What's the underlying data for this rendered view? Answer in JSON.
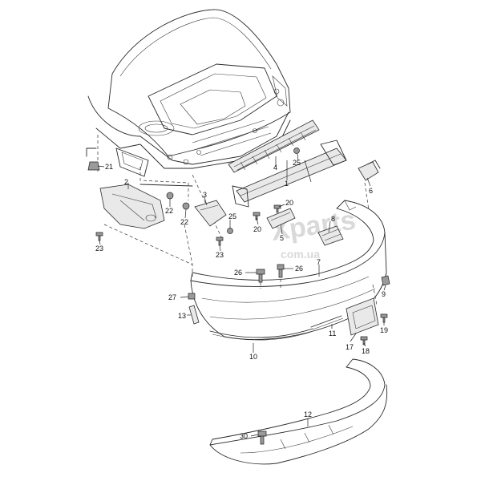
{
  "watermark": {
    "brand": "Xparts",
    "domain": "com.ua"
  },
  "callouts": {
    "c1": "1",
    "c2": "2",
    "c3": "3",
    "c4": "4",
    "c5": "5",
    "c6": "6",
    "c7": "7",
    "c8": "8",
    "c9": "9",
    "c10": "10",
    "c11": "11",
    "c12": "12",
    "c13": "13",
    "c17": "17",
    "c18": "18",
    "c19": "19",
    "c20a": "20",
    "c20b": "20",
    "c21": "21",
    "c22a": "22",
    "c22b": "22",
    "c23a": "23",
    "c23b": "23",
    "c25a": "25",
    "c25b": "25",
    "c26a": "26",
    "c26b": "26",
    "c27": "27",
    "c30": "30"
  }
}
